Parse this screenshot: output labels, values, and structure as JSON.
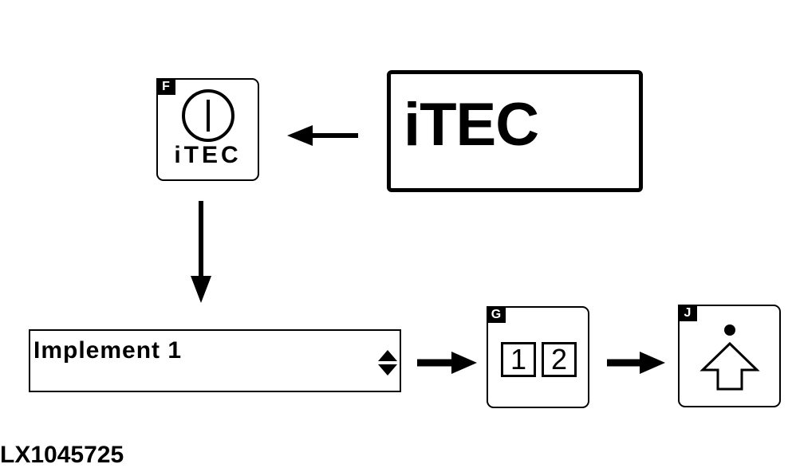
{
  "softkey_f": {
    "tag": "F",
    "label": "iTEC",
    "icon": "power-icon"
  },
  "display": {
    "text": "iTEC"
  },
  "dropdown": {
    "value": "Implement 1",
    "icon": "up-down-arrows-icon"
  },
  "softkey_g": {
    "tag": "G",
    "box_1": "1",
    "box_2": "2"
  },
  "softkey_j": {
    "tag": "J",
    "icon": "up-arrow-with-dot-icon"
  },
  "caption": "LX1045725"
}
